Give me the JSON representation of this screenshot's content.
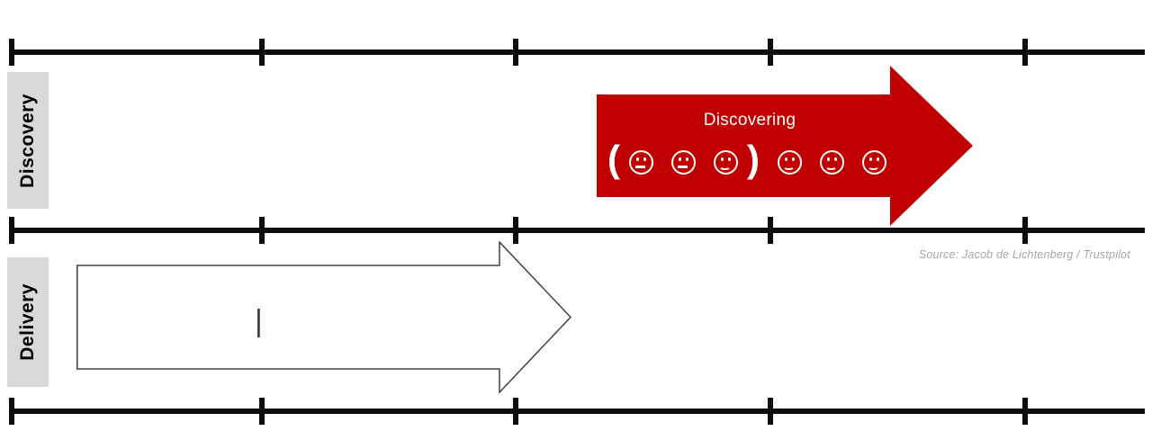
{
  "rows": {
    "discovery_label": "Discovery",
    "delivery_label": "Delivery"
  },
  "discovering_arrow": {
    "label": "Discovering",
    "color": "#C00000",
    "faces": [
      {
        "type": "paren",
        "text": "("
      },
      {
        "type": "neutral"
      },
      {
        "type": "neutral"
      },
      {
        "type": "smile"
      },
      {
        "type": "paren",
        "text": ")"
      },
      {
        "type": "smile"
      },
      {
        "type": "smile"
      },
      {
        "type": "smile"
      }
    ]
  },
  "delivery_arrow": {
    "cursor_text": "|"
  },
  "source_credit": "Source: Jacob de Lichtenberg / Trustpilot",
  "timeline": {
    "line_color": "#0d0d0d",
    "tick_count": 5
  }
}
